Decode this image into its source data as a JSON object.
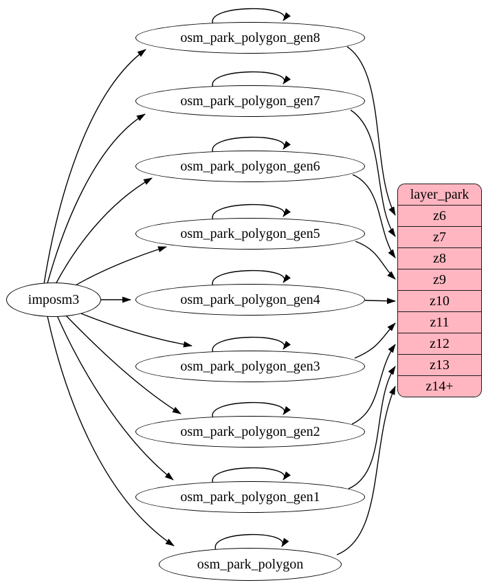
{
  "diagram": {
    "source": {
      "label": "imposm3"
    },
    "tables": [
      {
        "label": "osm_park_polygon_gen8",
        "feeds_zoom": "z6"
      },
      {
        "label": "osm_park_polygon_gen7",
        "feeds_zoom": "z7"
      },
      {
        "label": "osm_park_polygon_gen6",
        "feeds_zoom": "z8"
      },
      {
        "label": "osm_park_polygon_gen5",
        "feeds_zoom": "z9"
      },
      {
        "label": "osm_park_polygon_gen4",
        "feeds_zoom": "z10"
      },
      {
        "label": "osm_park_polygon_gen3",
        "feeds_zoom": "z11"
      },
      {
        "label": "osm_park_polygon_gen2",
        "feeds_zoom": "z12"
      },
      {
        "label": "osm_park_polygon_gen1",
        "feeds_zoom": "z13"
      },
      {
        "label": "osm_park_polygon",
        "feeds_zoom": "z14+"
      }
    ],
    "layer_record": {
      "title": "layer_park",
      "rows": [
        "z6",
        "z7",
        "z8",
        "z9",
        "z10",
        "z11",
        "z12",
        "z13",
        "z14+"
      ]
    },
    "edges": [
      {
        "from": "imposm3",
        "to": "osm_park_polygon_gen8"
      },
      {
        "from": "imposm3",
        "to": "osm_park_polygon_gen7"
      },
      {
        "from": "imposm3",
        "to": "osm_park_polygon_gen6"
      },
      {
        "from": "imposm3",
        "to": "osm_park_polygon_gen5"
      },
      {
        "from": "imposm3",
        "to": "osm_park_polygon_gen4"
      },
      {
        "from": "imposm3",
        "to": "osm_park_polygon_gen3"
      },
      {
        "from": "imposm3",
        "to": "osm_park_polygon_gen2"
      },
      {
        "from": "imposm3",
        "to": "osm_park_polygon_gen1"
      },
      {
        "from": "imposm3",
        "to": "osm_park_polygon"
      },
      {
        "from": "osm_park_polygon_gen8",
        "to": "osm_park_polygon_gen8",
        "type": "self-loop"
      },
      {
        "from": "osm_park_polygon_gen7",
        "to": "osm_park_polygon_gen7",
        "type": "self-loop"
      },
      {
        "from": "osm_park_polygon_gen6",
        "to": "osm_park_polygon_gen6",
        "type": "self-loop"
      },
      {
        "from": "osm_park_polygon_gen5",
        "to": "osm_park_polygon_gen5",
        "type": "self-loop"
      },
      {
        "from": "osm_park_polygon_gen4",
        "to": "osm_park_polygon_gen4",
        "type": "self-loop"
      },
      {
        "from": "osm_park_polygon_gen3",
        "to": "osm_park_polygon_gen3",
        "type": "self-loop"
      },
      {
        "from": "osm_park_polygon_gen2",
        "to": "osm_park_polygon_gen2",
        "type": "self-loop"
      },
      {
        "from": "osm_park_polygon_gen1",
        "to": "osm_park_polygon_gen1",
        "type": "self-loop"
      },
      {
        "from": "osm_park_polygon",
        "to": "osm_park_polygon",
        "type": "self-loop"
      },
      {
        "from": "osm_park_polygon_gen8",
        "to": "layer_park:z6"
      },
      {
        "from": "osm_park_polygon_gen7",
        "to": "layer_park:z7"
      },
      {
        "from": "osm_park_polygon_gen6",
        "to": "layer_park:z8"
      },
      {
        "from": "osm_park_polygon_gen5",
        "to": "layer_park:z9"
      },
      {
        "from": "osm_park_polygon_gen4",
        "to": "layer_park:z10"
      },
      {
        "from": "osm_park_polygon_gen3",
        "to": "layer_park:z11"
      },
      {
        "from": "osm_park_polygon_gen2",
        "to": "layer_park:z12"
      },
      {
        "from": "osm_park_polygon_gen1",
        "to": "layer_park:z13"
      },
      {
        "from": "osm_park_polygon",
        "to": "layer_park:z14+"
      }
    ],
    "colors": {
      "record_fill": "#ffb6c1",
      "node_fill": "#ffffff",
      "stroke": "#000000"
    }
  }
}
